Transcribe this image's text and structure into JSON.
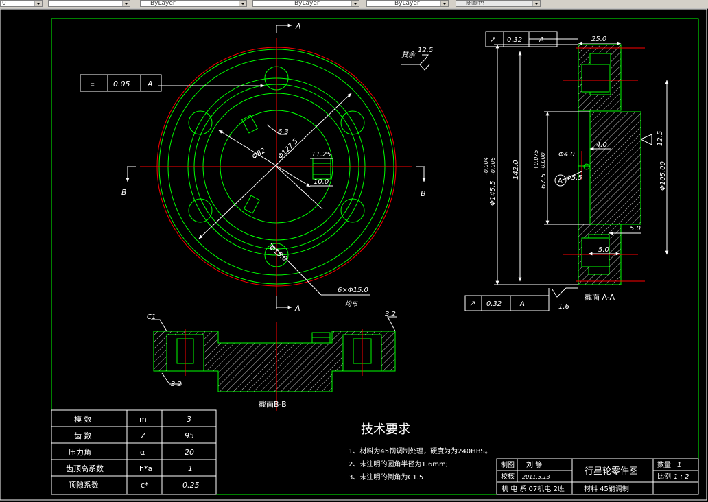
{
  "toolbar": {
    "layer_combo": "0",
    "linetype_combo": "ByLayer",
    "lineweight_combo": "ByLayer",
    "color_combo": "ByLayer",
    "plotstyle_combo": "随颜色"
  },
  "front_view": {
    "section_a_top": "A",
    "section_a_bottom": "A",
    "section_b_left": "B",
    "section_b_right": "B",
    "roughness_other_label": "其余",
    "roughness_other_value": "12.5",
    "frame_symbol": "⌯",
    "frame_tol": "0.05",
    "frame_datum": "A",
    "dim_63": "6.3",
    "dim_d82": "Φ82",
    "dim_d1275": "Φ127.5",
    "dim_1125": "11.25",
    "dim_100": "10.0",
    "dim_d150": "Φ15.0",
    "holes_callout": "6×Φ15.0",
    "holes_note": "均布"
  },
  "section_aa": {
    "frame_top_tol": "0.32",
    "frame_top_datum": "A",
    "frame_bottom_tol": "0.32",
    "frame_bottom_datum": "A",
    "dim_250": "25.0",
    "dim_d1455": "Φ145.5",
    "dim_d1455_tol_upper": "-0.004",
    "dim_d1455_tol_lower": "-0.006",
    "dim_1420": "142.0",
    "dim_675": "67.5",
    "dim_675_tol_upper": "+0.075",
    "dim_675_tol_lower": "-0.000",
    "dim_d40": "Φ4.0",
    "dim_d55": "Φ5.5",
    "dim_40": "4.0",
    "dim_d1050": "Φ105.00",
    "roughness_right": "12.5",
    "dim_50_a": "5.0",
    "dim_50_b": "5.0",
    "roughness_bottom": "1.6",
    "datum_letter": "A",
    "section_label": "截面 A-A"
  },
  "section_bb": {
    "chamfer": "C1",
    "roughness_right": "3.2",
    "roughness_left": "3.2",
    "section_label": "截面B-B"
  },
  "params_table": {
    "rows": [
      {
        "name": "模 数",
        "symbol": "m",
        "value": "3"
      },
      {
        "name": "齿 数",
        "symbol": "Z",
        "value": "95"
      },
      {
        "name": "压力角",
        "symbol": "α",
        "value": "20"
      },
      {
        "name": "齿顶高系数",
        "symbol": "h*a",
        "value": "1"
      },
      {
        "name": "顶隙系数",
        "symbol": "c*",
        "value": "0.25"
      }
    ]
  },
  "tech_requirements": {
    "title": "技术要求",
    "items": [
      "1、材料为45钢调制处理，硬度为为240HBS。",
      "2、未注明的圆角半径为1.6mm;",
      "3、未注明的倒角为C1.5"
    ]
  },
  "title_block": {
    "drawn_label": "制图",
    "drawn_name": "刘 静",
    "check_label": "校核",
    "check_date": "2011.5.13",
    "dept": "机 电 系 07机电 2班",
    "drawing_name": "行星轮零件图",
    "material": "材料 45钢调制",
    "qty_label": "数量",
    "qty_value": "1",
    "scale_label": "比例",
    "scale_value": "1 : 2"
  },
  "colors": {
    "background": "#000000",
    "frame": "#ffffff",
    "outline": "#00ff00",
    "center": "#ff0000",
    "hatch": "#ffffff"
  }
}
